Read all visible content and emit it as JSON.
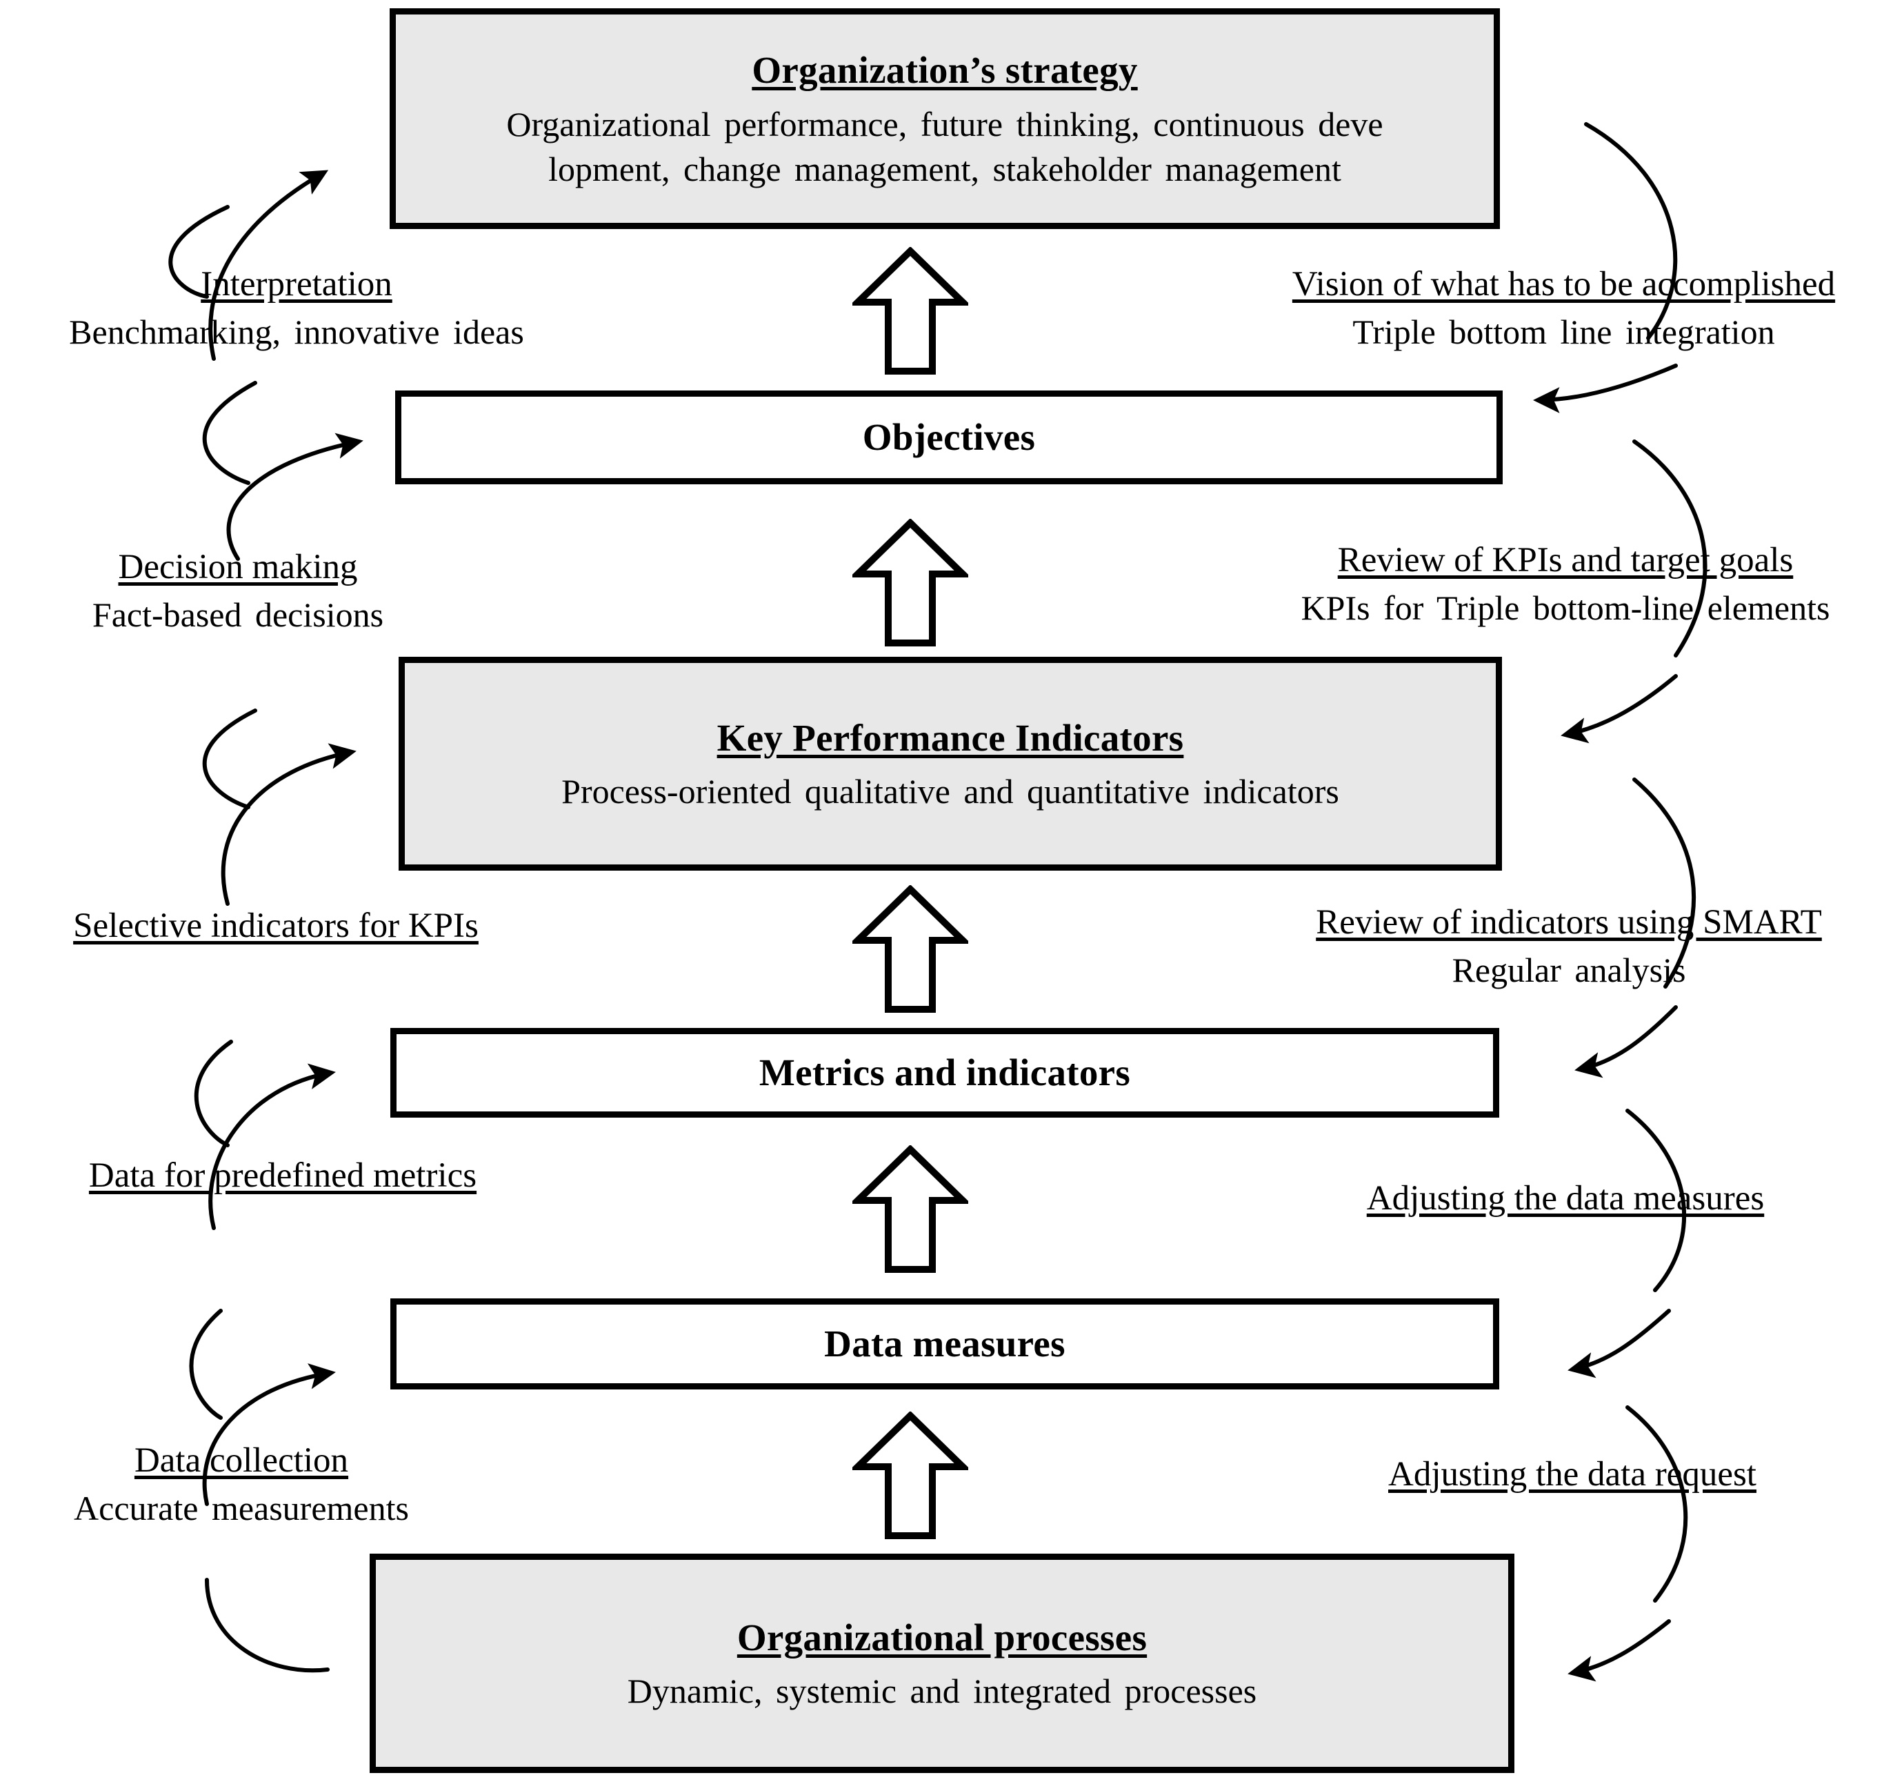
{
  "diagram": {
    "title": "Organizational performance measurement cascade",
    "colors": {
      "shaded_fill": "#e8e8e8",
      "plain_fill": "#ffffff",
      "stroke": "#000000"
    },
    "levels": [
      {
        "id": "organizations-strategy",
        "title": "Organization’s strategy",
        "desc": "Organizational performance, future thinking, continuous development, change management, stakeholder management",
        "desc_line1": "Organizational performance, future thinking, continuous deve",
        "desc_line2": "lopment, change management, stakeholder management",
        "shaded": true
      },
      {
        "id": "objectives",
        "title": "Objectives",
        "desc": "",
        "shaded": false
      },
      {
        "id": "key-performance-indicators",
        "title": "Key Performance Indicators",
        "desc": "Process-oriented qualitative and quantitative indicators",
        "shaded": true
      },
      {
        "id": "metrics-and-indicators",
        "title": "Metrics and indicators",
        "desc": "",
        "shaded": false
      },
      {
        "id": "data-measures",
        "title": "Data measures",
        "desc": "",
        "shaded": false
      },
      {
        "id": "organizational-processes",
        "title": "Organizational processes",
        "desc": "Dynamic, systemic and integrated processes",
        "shaded": true
      }
    ],
    "left_captions": [
      {
        "id": "interpretation",
        "head": "Interpretation",
        "sub": "Benchmarking,  innovative  ideas"
      },
      {
        "id": "decision-making",
        "head": "Decision making",
        "sub": "Fact-based  decisions"
      },
      {
        "id": "selective-indicators",
        "head": "Selective indicators for KPIs",
        "sub": ""
      },
      {
        "id": "data-for-predefined",
        "head": "Data for predefined metrics",
        "sub": ""
      },
      {
        "id": "data-collection",
        "head": "Data collection",
        "sub": "Accurate  measurements"
      }
    ],
    "right_captions": [
      {
        "id": "vision",
        "head": "Vision of what has to be accomplished",
        "sub": "Triple  bottom  line  integration"
      },
      {
        "id": "review-kpis",
        "head": "Review of KPIs and target goals",
        "sub": "KPIs  for  Triple  bottom-line  elements"
      },
      {
        "id": "review-indicators",
        "head": "Review of indicators using SMART",
        "sub": "Regular  analysis"
      },
      {
        "id": "adjust-data-measures",
        "head": "Adjusting the data measures",
        "sub": ""
      },
      {
        "id": "adjust-data-request",
        "head": "Adjusting the data request",
        "sub": ""
      }
    ],
    "flow_arrows": [
      {
        "id": "arrow-processes-to-data-measures",
        "direction": "up"
      },
      {
        "id": "arrow-data-measures-to-metrics",
        "direction": "up"
      },
      {
        "id": "arrow-metrics-to-kpis",
        "direction": "up"
      },
      {
        "id": "arrow-kpis-to-objectives",
        "direction": "up"
      },
      {
        "id": "arrow-objectives-to-strategy",
        "direction": "up"
      }
    ]
  }
}
